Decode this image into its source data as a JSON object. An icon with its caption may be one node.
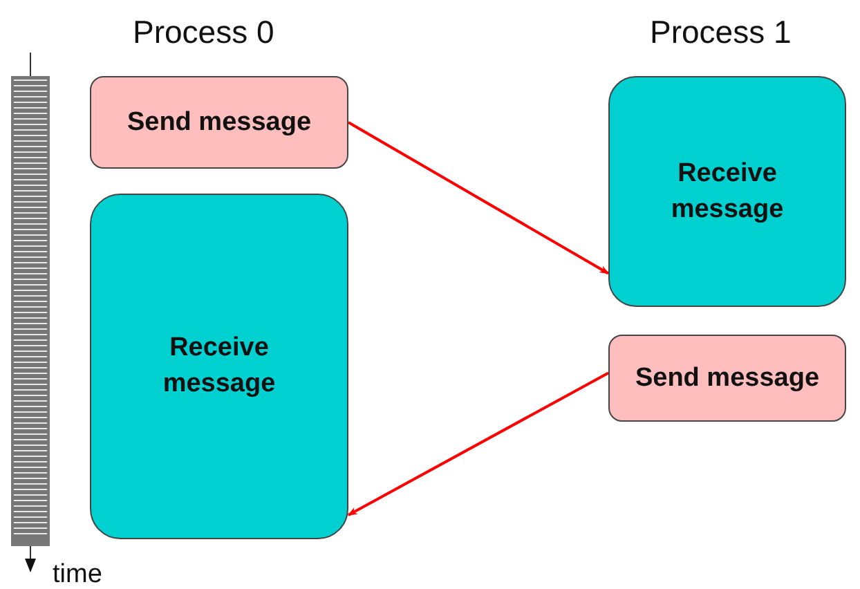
{
  "diagram": {
    "nodes": [
      {
        "text": [
          "Send message"
        ]
      },
      {
        "text": [
          "Receive message"
        ]
      },
      {
        "text": [
          "Receive message"
        ]
      },
      {
        "text": [
          "Send message"
        ]
      }
    ],
    "edges": [
      {
        "from": 0,
        "to": 2,
        "arrow": "to"
      },
      {
        "from": 3,
        "to": 1,
        "arrow": "to"
      }
    ],
    "labels": [
      "Process 0",
      "Process 1",
      "time"
    ]
  }
}
